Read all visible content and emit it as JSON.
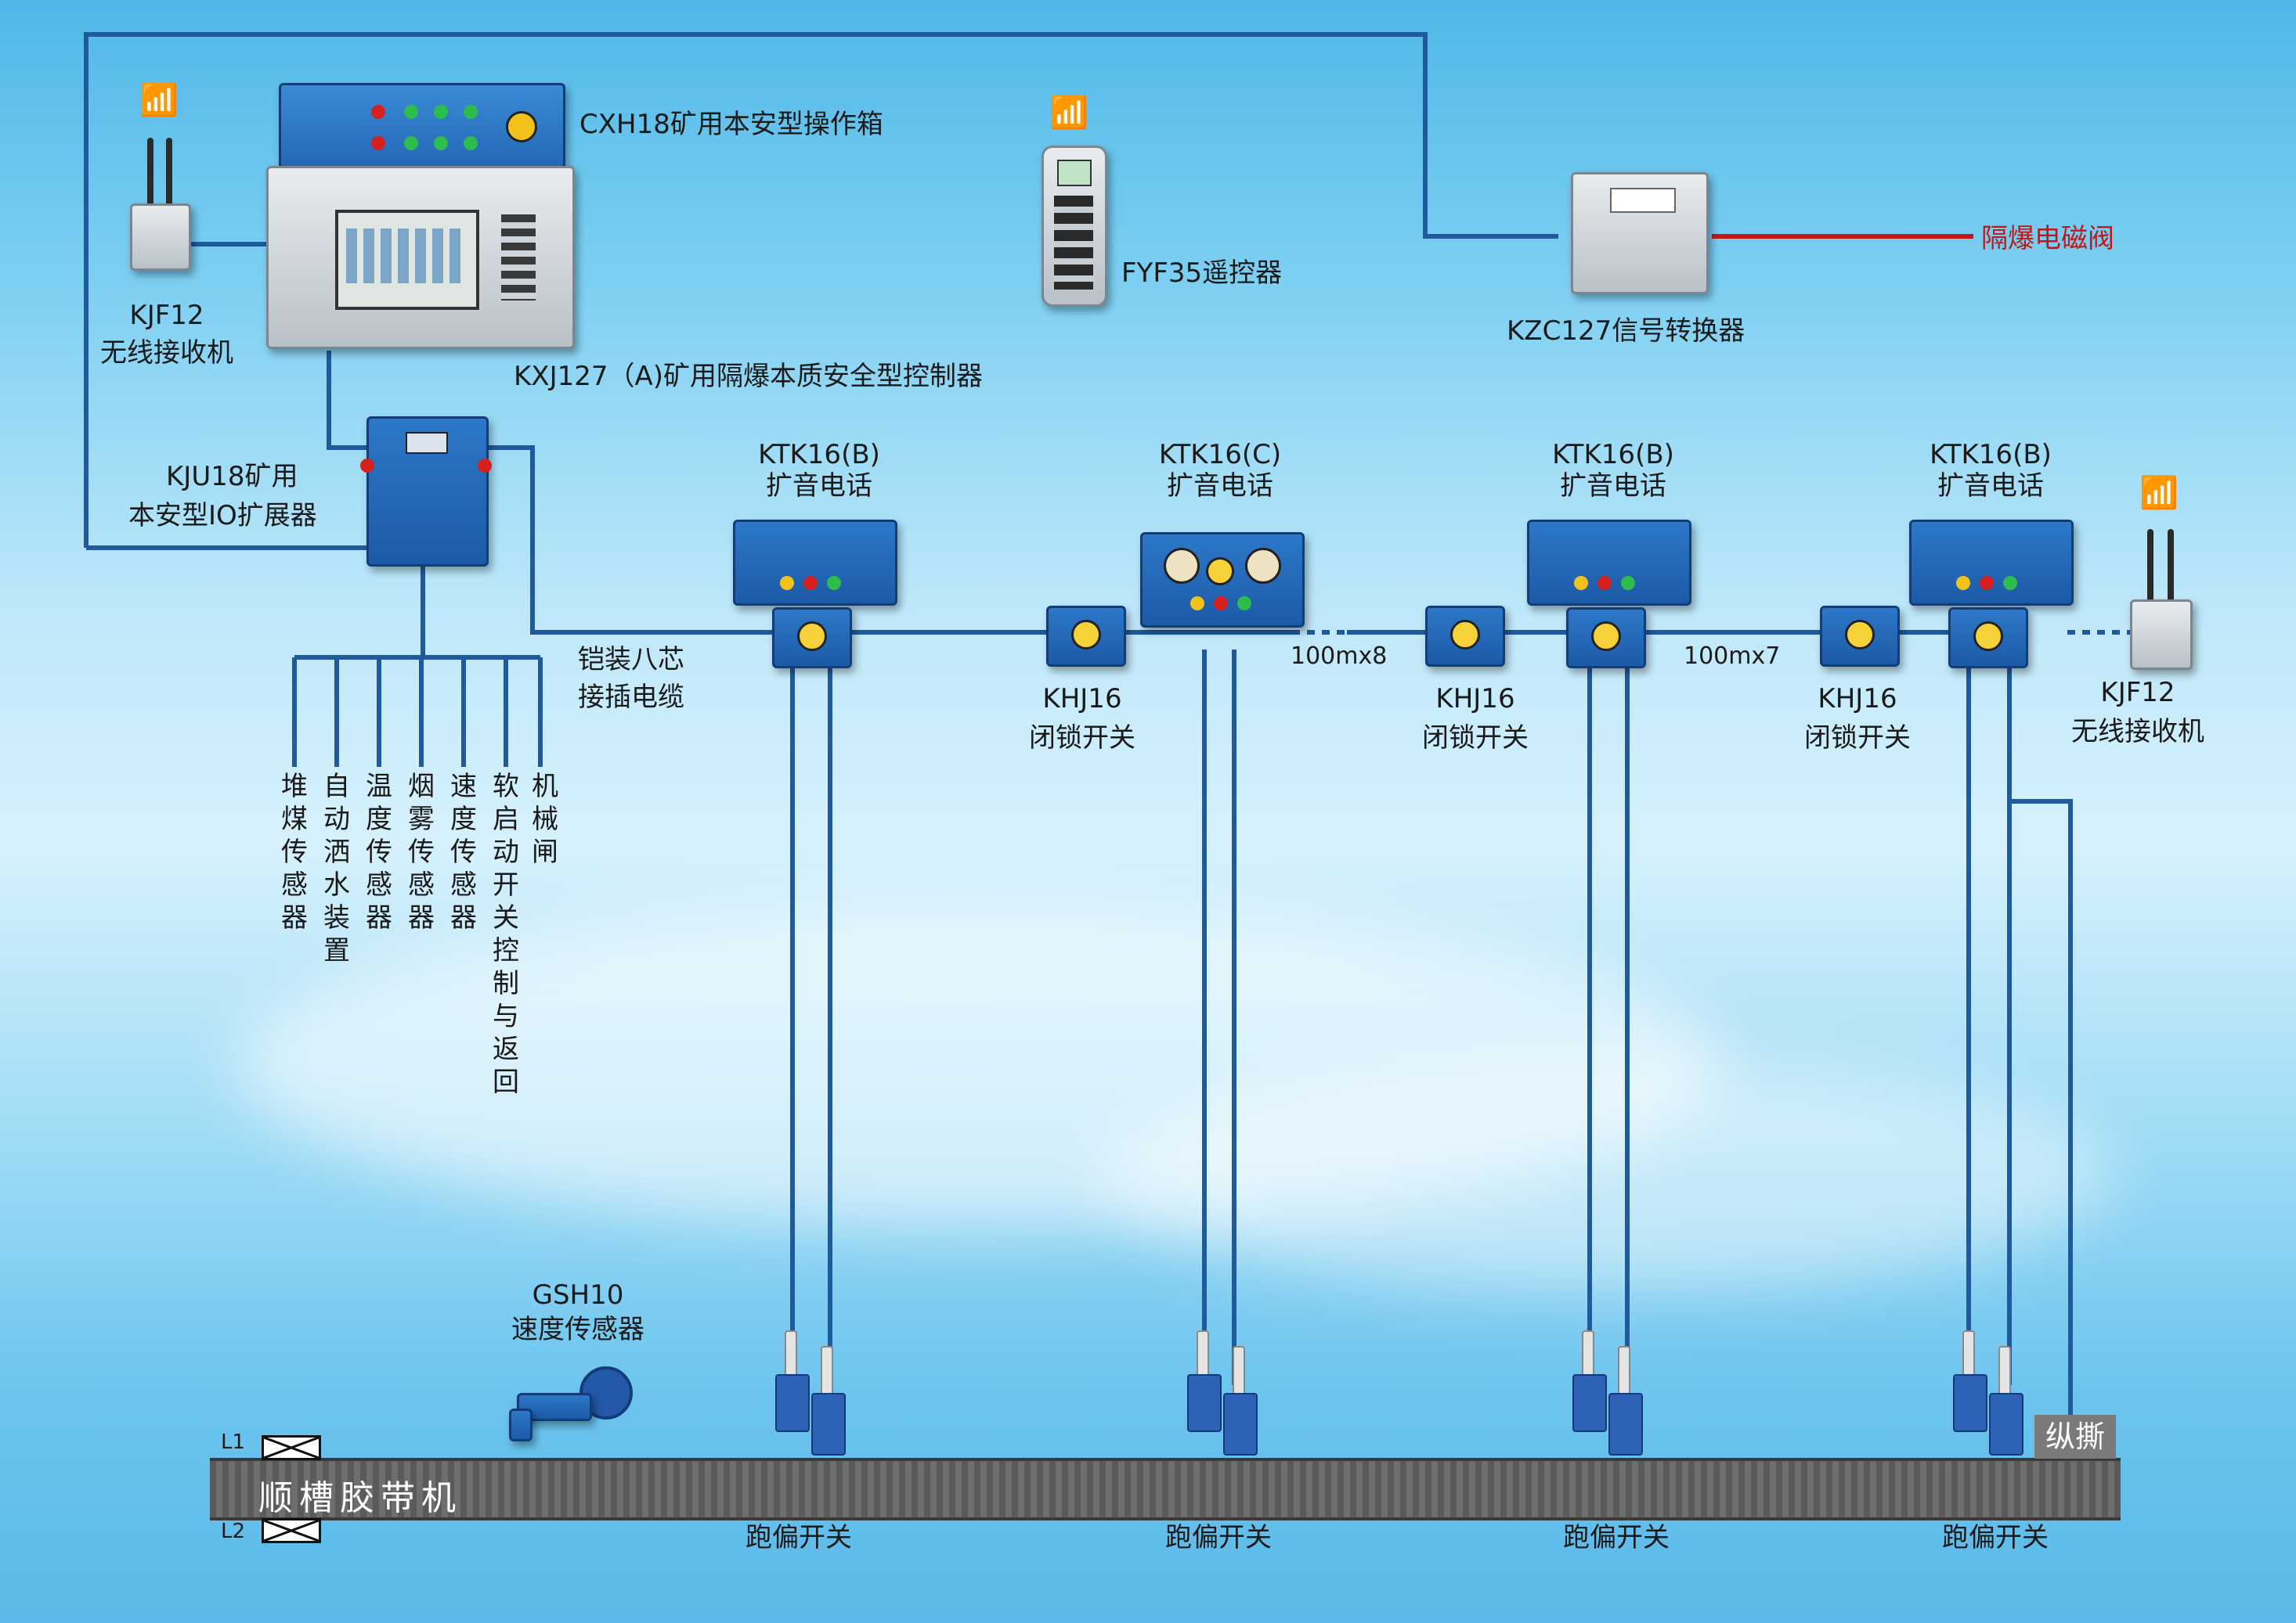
{
  "colors": {
    "wire": "#1f5a9c",
    "red_wire": "#c01818",
    "device_blue": "#1c5aa6",
    "belt": "#5f5f5f"
  },
  "labels": {
    "cxh18": "CXH18矿用本安型操作箱",
    "kxj127": "KXJ127（A)矿用隔爆本质安全型控制器",
    "kjf12_left_model": "KJF12",
    "kjf12_left_name": "无线接收机",
    "fyf35": "FYF35遥控器",
    "kzc127": "KZC127信号转换器",
    "valve": "隔爆电磁阀",
    "kju18_line1": "KJU18矿用",
    "kju18_line2": "本安型IO扩展器",
    "cable_line1": "铠装八芯",
    "cable_line2": "接插电缆",
    "phones": [
      {
        "model": "KTK16(B)",
        "name": "扩音电话"
      },
      {
        "model": "KTK16(C)",
        "name": "扩音电话"
      },
      {
        "model": "KTK16(B)",
        "name": "扩音电话"
      },
      {
        "model": "KTK16(B)",
        "name": "扩音电话"
      }
    ],
    "locks": [
      {
        "model": "KHJ16",
        "name": "闭锁开关"
      },
      {
        "model": "KHJ16",
        "name": "闭锁开关"
      },
      {
        "model": "KHJ16",
        "name": "闭锁开关"
      }
    ],
    "span1": "100mx8",
    "span2": "100mx7",
    "kjf12_right_model": "KJF12",
    "kjf12_right_name": "无线接收机",
    "sensors": [
      "堆煤传感器",
      "自动洒水装置",
      "温度传感器",
      "烟雾传感器",
      "速度传感器",
      "软启动开关控制与返回",
      "机械闸"
    ],
    "gsh10_model": "GSH10",
    "gsh10_name": "速度传感器",
    "belt": "顺槽胶带机",
    "l1": "L1",
    "l2": "L2",
    "tear": "纵撕",
    "deviation": [
      "跑偏开关",
      "跑偏开关",
      "跑偏开关",
      "跑偏开关"
    ]
  }
}
